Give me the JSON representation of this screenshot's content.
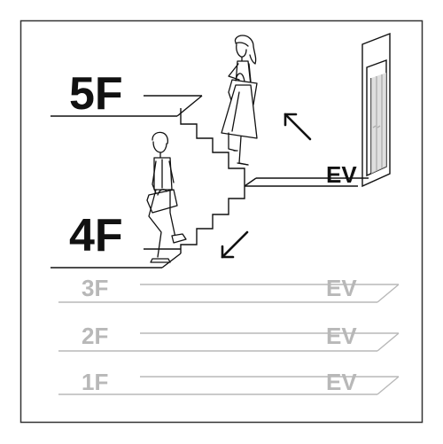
{
  "floors": {
    "upper": {
      "label": "5F"
    },
    "current": {
      "label": "4F"
    },
    "lower": [
      {
        "label": "3F",
        "ev": "EV"
      },
      {
        "label": "2F",
        "ev": "EV"
      },
      {
        "label": "1F",
        "ev": "EV"
      }
    ]
  },
  "elevator": {
    "label": "EV"
  },
  "icons": {
    "arrow_up": "up-left-arrow",
    "arrow_down": "down-left-arrow",
    "person_up": "woman-climbing-stairs",
    "person_down": "man-descending-stairs"
  },
  "colors": {
    "ink": "#111111",
    "faded": "#b8b8b8",
    "frame": "#333333",
    "background": "#ffffff"
  }
}
